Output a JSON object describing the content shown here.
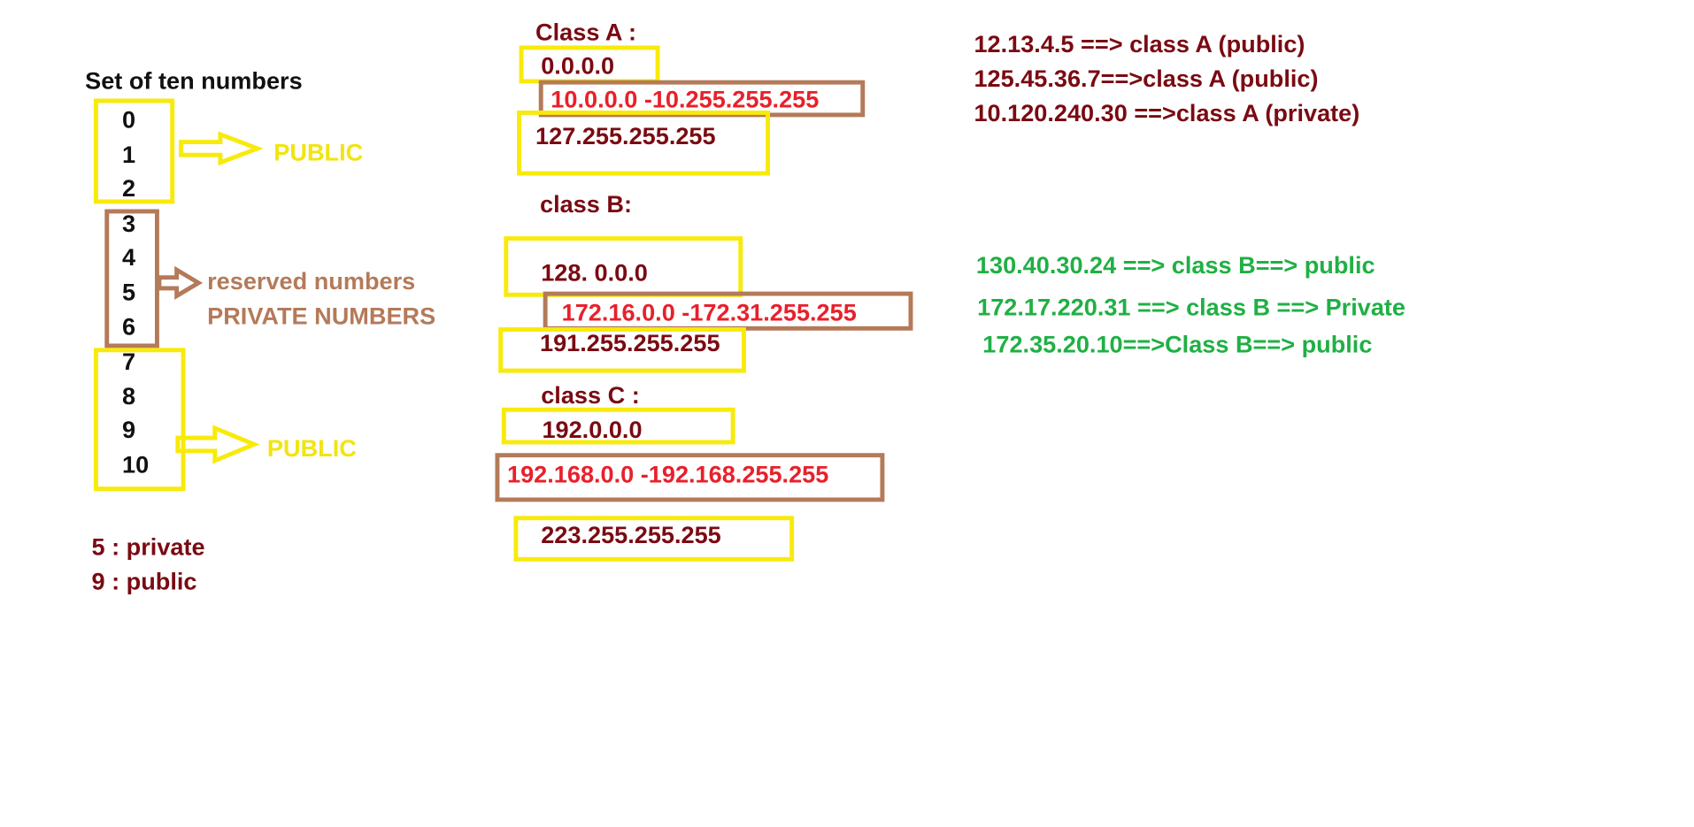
{
  "numbers": {
    "heading": "Set of ten numbers",
    "items": [
      "0",
      "1",
      "2",
      "3",
      "4",
      "5",
      "6",
      "7",
      "8",
      "9",
      "10"
    ],
    "public_label_top": "PUBLIC",
    "reserved_label": "reserved numbers",
    "private_label": "PRIVATE NUMBERS",
    "public_label_bottom": "PUBLIC",
    "example_private": "5 : private",
    "example_public": "9 : public"
  },
  "class_a": {
    "title": "Class A :",
    "start": "0.0.0.0",
    "private_range": "10.0.0.0 -10.255.255.255",
    "end": "127.255.255.255"
  },
  "class_b": {
    "title": "class B:",
    "start": "128. 0.0.0",
    "private_range": "172.16.0.0 -172.31.255.255",
    "end": "191.255.255.255"
  },
  "class_c": {
    "title": "class C :",
    "start": "192.0.0.0",
    "private_range": "192.168.0.0 -192.168.255.255",
    "end": "223.255.255.255"
  },
  "examples_a": [
    "12.13.4.5 ==> class A (public)",
    "125.45.36.7==>class A (public)",
    "10.120.240.30 ==>class A (private)"
  ],
  "examples_b": [
    "130.40.30.24 ==> class B==> public",
    "172.17.220.31 ==> class B ==> Private",
    "172.35.20.10==>Class B==> public"
  ],
  "colors": {
    "highlight_yellow": "#f8ea0b",
    "box_brown": "#b47a59",
    "text_dark_red": "#7a0a12",
    "text_red": "#e8202b",
    "text_green": "#1fb044"
  }
}
